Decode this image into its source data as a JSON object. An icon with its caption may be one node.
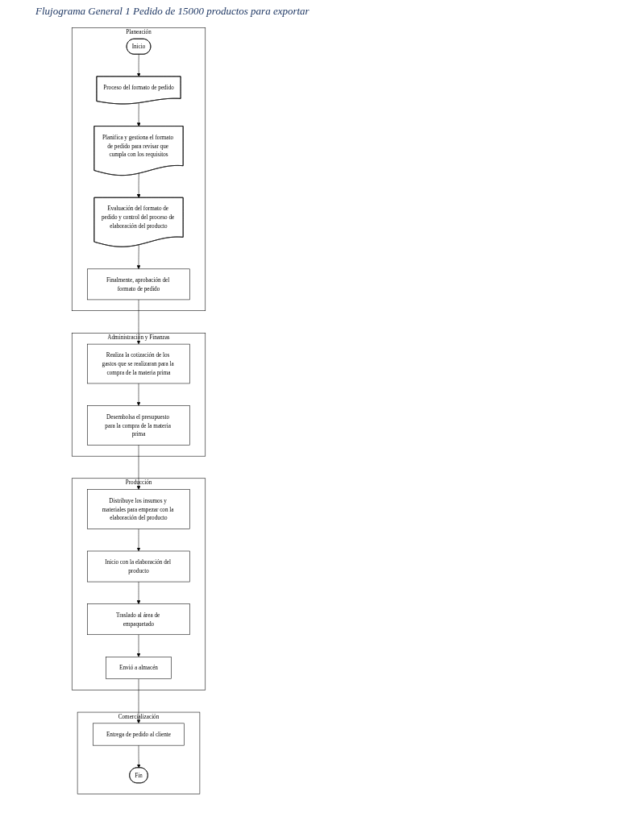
{
  "diagram": {
    "title": "Flujograma General 1 Pedido de 15000 productos para exportar",
    "nodes": [
      {
        "text": [
          "Planeación"
        ]
      },
      {
        "text": [
          "Administración y Finanzas"
        ]
      },
      {
        "text": [
          "Producción"
        ]
      },
      {
        "text": [
          "Comercialización"
        ]
      },
      {
        "text": [
          "Inicio"
        ],
        "in": 0
      },
      {
        "text": [
          "Proceso del formato de pedido"
        ],
        "in": 0
      },
      {
        "text": [
          "Planifica y gestiona el formato de pedido para revisar que cumpla con los requisitos"
        ],
        "in": 0
      },
      {
        "text": [
          "Evaluación del formato de pedido y control del proceso de elaboración del producto"
        ],
        "in": 0
      },
      {
        "text": [
          "Finalmente, aprobación del formato de pedido"
        ],
        "in": 0
      },
      {
        "text": [
          "Desembolsa el presupuesto para la compra de la materia prima"
        ],
        "in": 1
      },
      {
        "text": [
          "Realiza la cotización de los gastos que se realizaran para la compra de la materia prima"
        ],
        "in": 1
      },
      {
        "text": [
          "Distribuye los insumos y materiales para empezar con la elaboración del producto"
        ],
        "in": 2
      },
      {
        "text": [
          "Inicio con la elaboración del producto"
        ],
        "in": 2
      },
      {
        "text": [
          "Traslado al área de empaquetado"
        ],
        "in": 2
      },
      {
        "text": [
          "Envió a almacén"
        ],
        "in": 2
      },
      {
        "text": [
          "Fin"
        ],
        "in": 3
      },
      {
        "text": [
          "Entrega de pedido al cliente"
        ],
        "in": 3
      }
    ],
    "edges": [
      {
        "from": 4,
        "to": 5,
        "arrow": "to"
      },
      {
        "from": 5,
        "to": 6,
        "arrow": "to"
      },
      {
        "from": 6,
        "to": 7,
        "arrow": "to"
      },
      {
        "from": 7,
        "to": 8,
        "arrow": "to"
      },
      {
        "from": 8,
        "to": 10,
        "arrow": "to"
      },
      {
        "from": 10,
        "to": 9,
        "arrow": "to"
      },
      {
        "from": 9,
        "to": 11,
        "arrow": "to"
      },
      {
        "from": 11,
        "to": 12,
        "arrow": "to"
      },
      {
        "from": 12,
        "to": 13,
        "arrow": "to"
      },
      {
        "from": 13,
        "to": 14,
        "arrow": "to"
      },
      {
        "from": 14,
        "to": 16,
        "arrow": "to"
      },
      {
        "from": 16,
        "to": 15,
        "arrow": "to"
      }
    ]
  }
}
